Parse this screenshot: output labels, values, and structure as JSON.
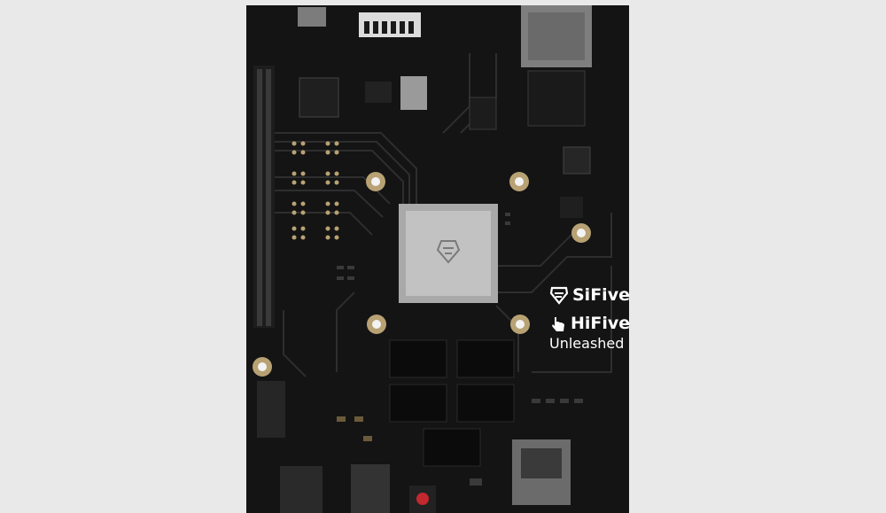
{
  "image": {
    "subject": "pcb-development-board",
    "colors": {
      "background": "#e9e9e9",
      "board": "#141414",
      "trace": "#2e2e2e",
      "pad_gold": "#b8a274",
      "chip_silver": "#b9b9b9",
      "connector_metal": "#8a8a8a",
      "button_red": "#c2282e",
      "silkscreen": "#ffffff"
    }
  },
  "silkscreen": {
    "brand": "SiFive",
    "model_line1": "HiFive",
    "model_line2": "Unleashed",
    "brand_icon": "sifive-logo-icon",
    "model_icon": "hand-pointer-icon"
  }
}
